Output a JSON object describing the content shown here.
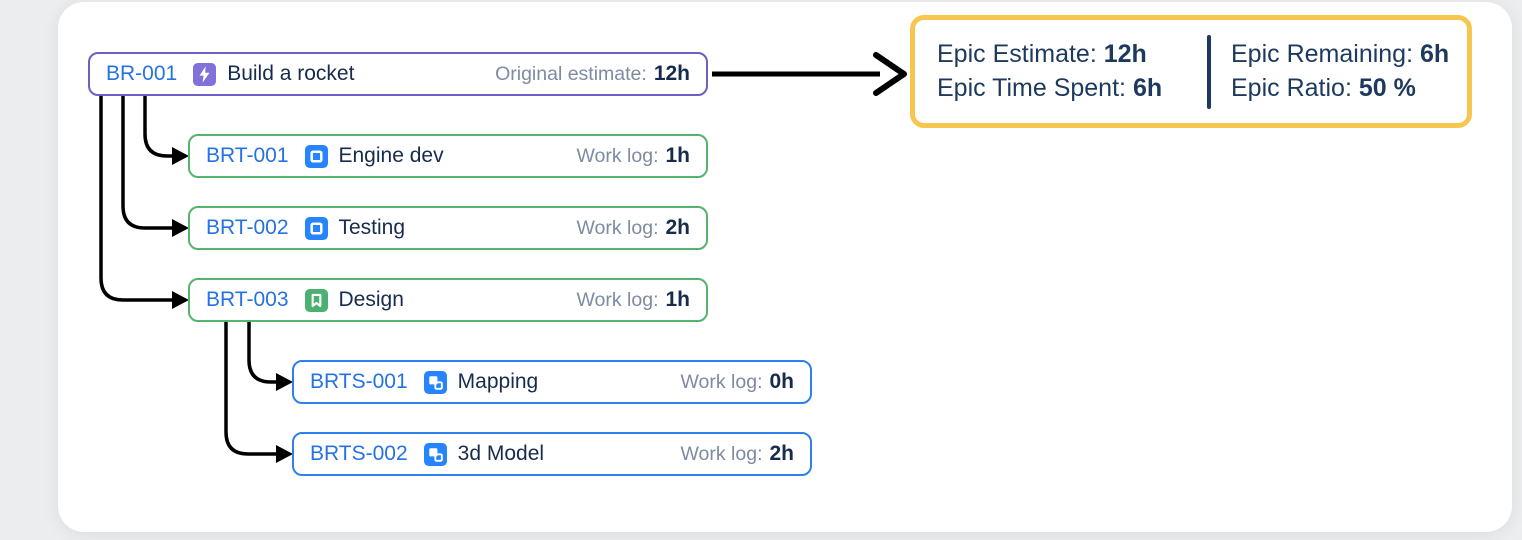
{
  "colors": {
    "page_bg": "#ebedef",
    "card_bg": "#ffffff",
    "epic_border": "#6e5ec5",
    "task_border": "#55b570",
    "subtask_border": "#2f80ed",
    "issue_key": "#2573e2",
    "title_text": "#172b4d",
    "muted_label": "#7e8ba0",
    "summary_border": "#f6c64f",
    "summary_text": "#1d3a5e",
    "connector": "#000000",
    "epic_icon_bg": "#8270db",
    "task_icon_bg": "#2684ff",
    "story_icon_bg": "#4bb071",
    "subtask_icon_bg": "#2684ff"
  },
  "epic": {
    "key": "BR-001",
    "icon": "epic-lightning-icon",
    "title": "Build a rocket",
    "estimate_label": "Original estimate:",
    "estimate_value": "12h"
  },
  "tasks": [
    {
      "key": "BRT-001",
      "icon": "task-icon",
      "title": "Engine dev",
      "log_label": "Work log:",
      "log_value": "1h"
    },
    {
      "key": "BRT-002",
      "icon": "task-icon",
      "title": "Testing",
      "log_label": "Work log:",
      "log_value": "2h"
    },
    {
      "key": "BRT-003",
      "icon": "story-icon",
      "title": "Design",
      "log_label": "Work log:",
      "log_value": "1h"
    }
  ],
  "subtasks": [
    {
      "key": "BRTS-001",
      "icon": "subtask-icon",
      "title": "Mapping",
      "log_label": "Work log:",
      "log_value": "0h"
    },
    {
      "key": "BRTS-002",
      "icon": "subtask-icon",
      "title": "3d Model",
      "log_label": "Work log:",
      "log_value": "2h"
    }
  ],
  "summary": {
    "left": [
      {
        "label": "Epic Estimate:",
        "value": "12h"
      },
      {
        "label": "Epic Time Spent:",
        "value": "6h"
      }
    ],
    "right": [
      {
        "label": "Epic Remaining:",
        "value": "6h"
      },
      {
        "label": "Epic Ratio:",
        "value": "50 %"
      }
    ]
  }
}
